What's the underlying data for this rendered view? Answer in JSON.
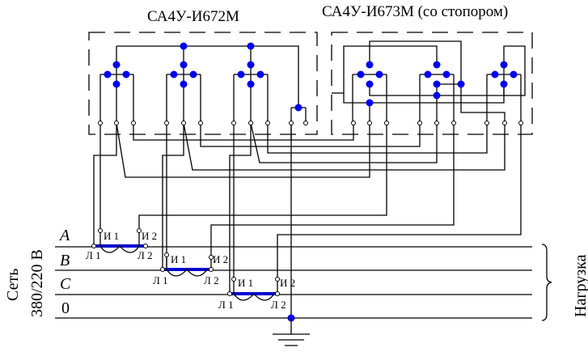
{
  "switch_left": {
    "title": "СА4У-И672М"
  },
  "switch_right": {
    "title": "СА4У-И673М (со стопором)"
  },
  "network": {
    "label_line1": "Сеть",
    "label_line2": "380/220 В",
    "phases": [
      "A",
      "B",
      "C",
      "0"
    ]
  },
  "load": {
    "label": "Нагрузка"
  },
  "transformers": [
    {
      "phase": "A",
      "i1": "И 1",
      "i2": "И 2",
      "l1": "Л 1",
      "l2": "Л 2"
    },
    {
      "phase": "B",
      "i1": "И 1",
      "i2": "И 2",
      "l1": "Л 1",
      "l2": "Л 2"
    },
    {
      "phase": "C",
      "i1": "И 1",
      "i2": "И 2",
      "l1": "Л 1",
      "l2": "Л 2"
    }
  ],
  "colors": {
    "node": "#0000ee",
    "primary_bar": "#0000cc",
    "wire": "#000000"
  }
}
